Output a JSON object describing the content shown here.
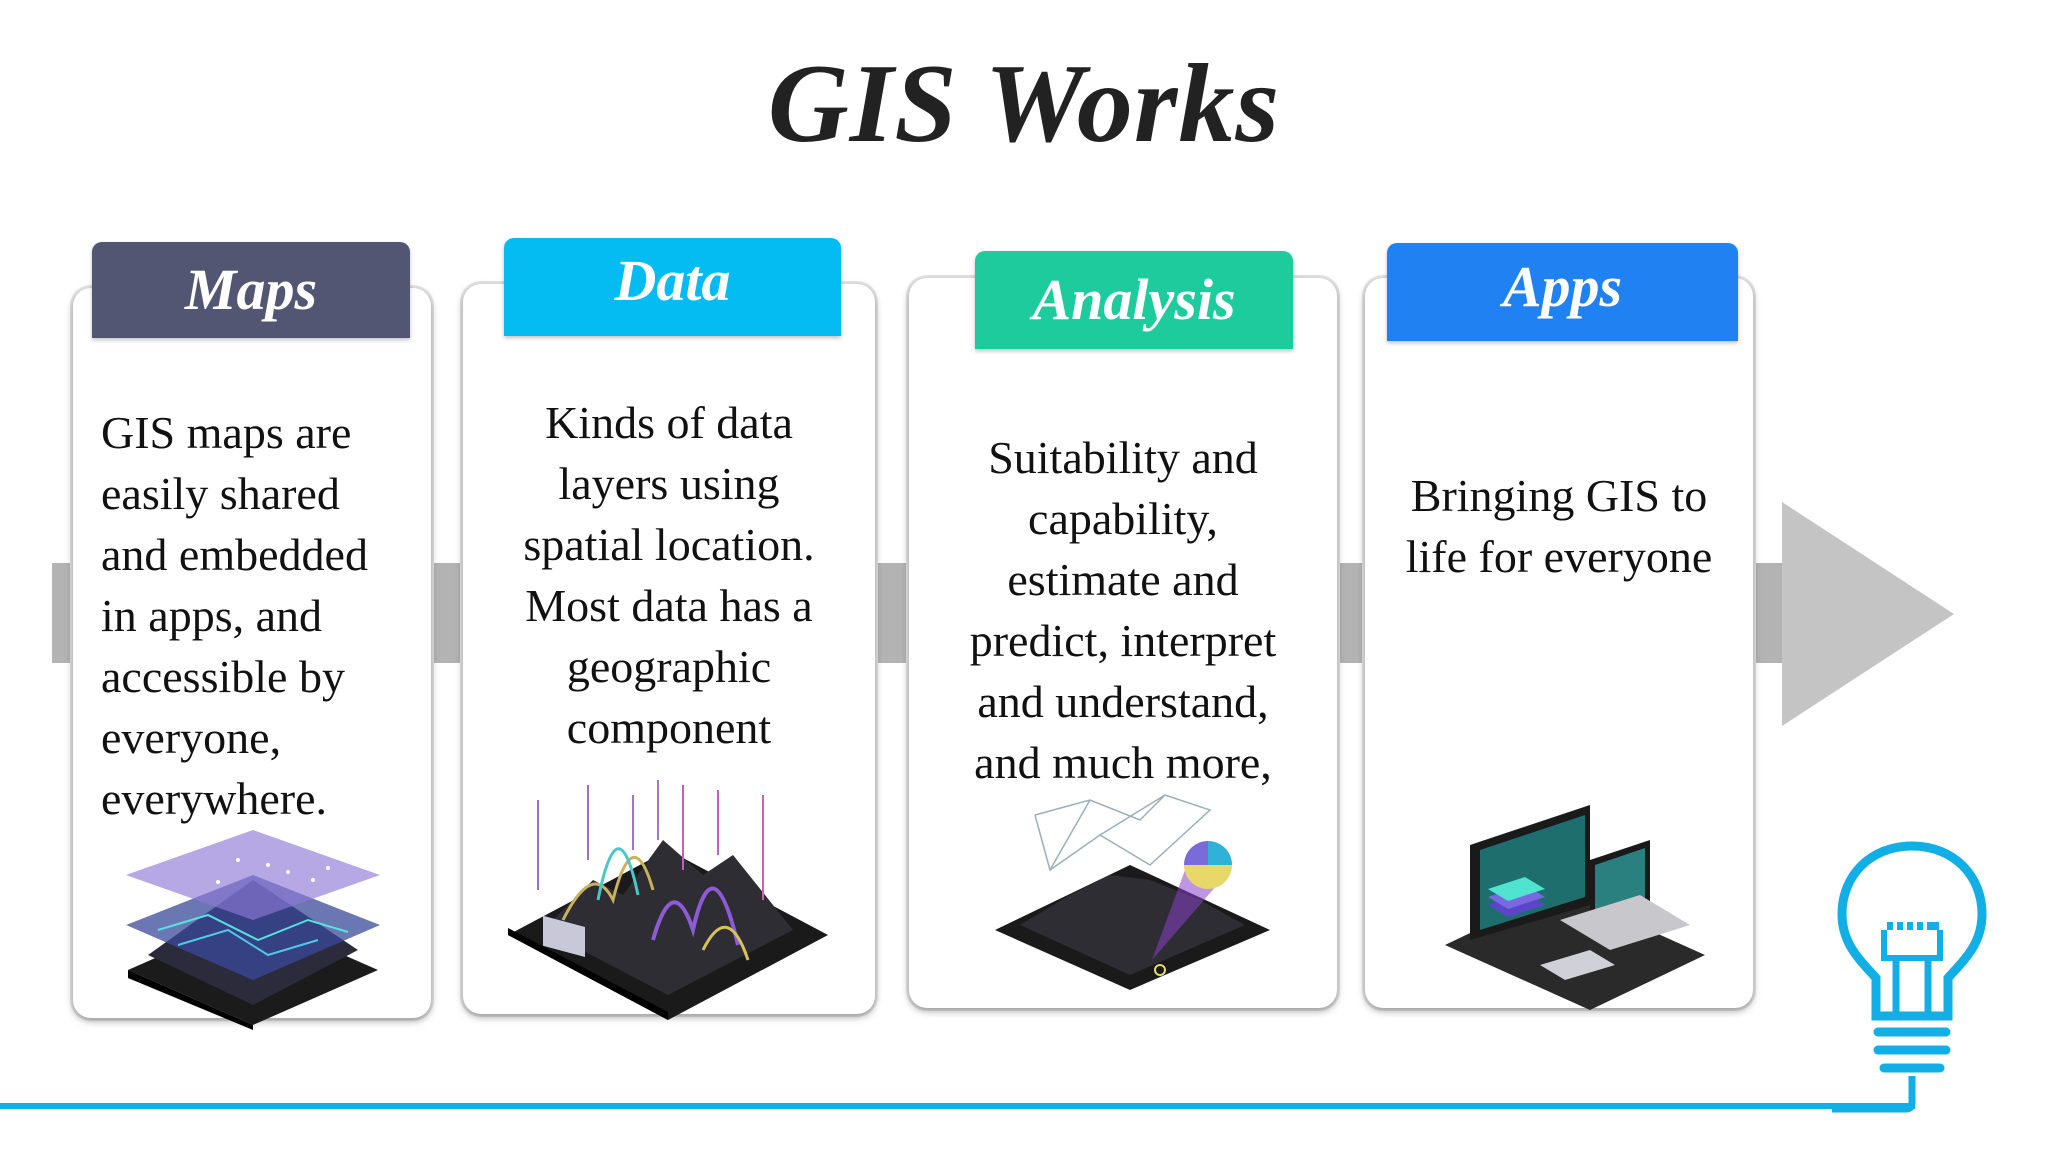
{
  "title": "GIS Works",
  "colors": {
    "maps_tab": "#535672",
    "data_tab": "#04bcf2",
    "analysis_tab": "#1ecb9d",
    "apps_tab": "#1f81f2",
    "arrow": "#b3b3b3",
    "accent_line": "#12aee6"
  },
  "cards": [
    {
      "tab": "Maps",
      "text": "GIS maps are\neasily shared\nand embedded\nin apps, and\naccessible by\neveryone,\neverywhere."
    },
    {
      "tab": "Data",
      "text": "Kinds of data\nlayers using\nspatial location.\nMost data has a\ngeographic\ncomponent"
    },
    {
      "tab": "Analysis",
      "text": "Suitability and\ncapability,\nestimate and\npredict, interpret\nand understand,\nand much more,"
    },
    {
      "tab": "Apps",
      "text": "Bringing GIS to\nlife for everyone"
    }
  ],
  "icons": [
    "layered-map-icon",
    "data-terrain-icon",
    "analysis-terrain-icon",
    "devices-icon",
    "lightbulb-icon"
  ]
}
